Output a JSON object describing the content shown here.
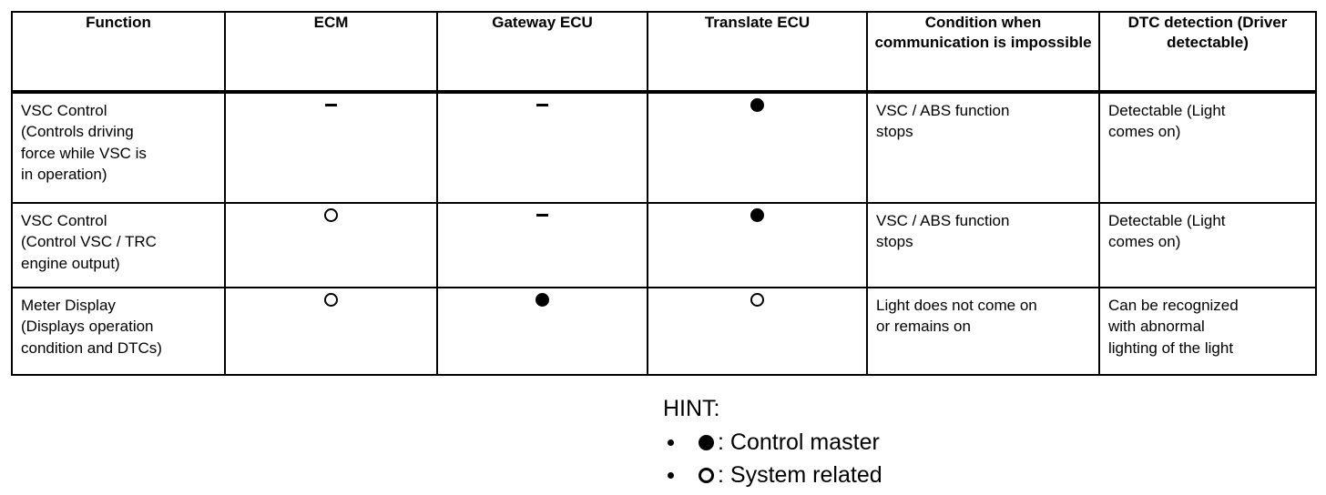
{
  "table": {
    "columns": [
      "Function",
      "ECM",
      "Gateway ECU",
      "Translate ECU",
      "Condition when\ncommunication is\nimpossible",
      "DTC detection\n(Driver detectable)"
    ],
    "rows": [
      {
        "function": "VSC Control\n(Controls  driving\nforce  while VSC  is\nin operation)",
        "ecm": "dash",
        "gateway_ecu": "dash",
        "translate_ecu": "filled-circle",
        "condition": "VSC / ABS function\nstops",
        "dtc_detection": "Detectable (Light\ncomes on)"
      },
      {
        "function": "VSC Control\n(Control VSC / TRC\nengine output)",
        "ecm": "open-circle",
        "gateway_ecu": "dash",
        "translate_ecu": "filled-circle",
        "condition": "VSC / ABS function\nstops",
        "dtc_detection": "Detectable (Light\ncomes on)"
      },
      {
        "function": "Meter Display\n(Displays operation\ncondition and DTCs)",
        "ecm": "open-circle",
        "gateway_ecu": "filled-circle",
        "translate_ecu": "open-circle",
        "condition": "Light does not come on\nor remains on",
        "dtc_detection": "Can be recognized\nwith abnormal\nlighting of the light"
      }
    ]
  },
  "hint": {
    "title": "HINT:",
    "items": [
      {
        "symbol": "filled-circle",
        "label": ": Control master"
      },
      {
        "symbol": "open-circle",
        "label": ": System related"
      }
    ]
  },
  "colors": {
    "ink": "#000000",
    "paper": "#ffffff"
  }
}
